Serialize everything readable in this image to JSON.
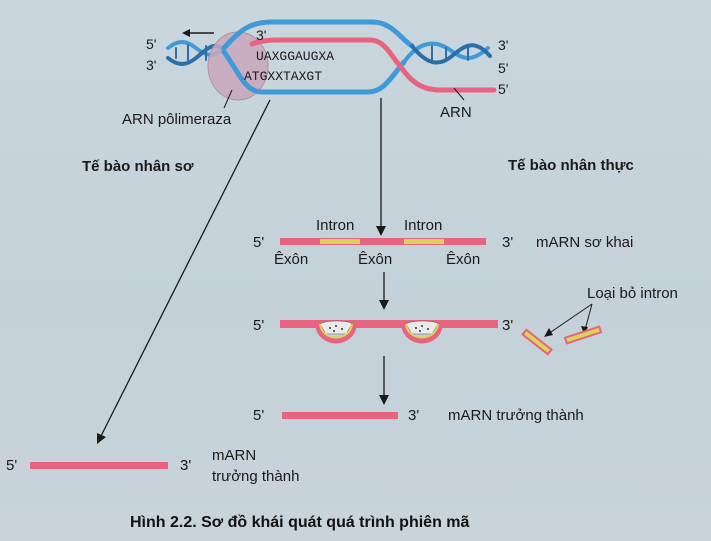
{
  "caption": "Hình 2.2. Sơ đồ khái quát quá trình phiên mã",
  "labels": {
    "enzyme": "ARN pôlimeraza",
    "rna": "ARN",
    "prokaryote": "Tế bào nhân sơ",
    "eukaryote": "Tế bào nhân thực",
    "intron": "Intron",
    "exon": "Êxôn",
    "pre_mrna": "mARN sơ khai",
    "remove_intron": "Loại bỏ intron",
    "mature_mrna": "mARN trưởng thành",
    "mature_mrna_line1": "mARN",
    "mature_mrna_line2": "trưởng thành",
    "five": "5'",
    "three": "3'"
  },
  "sequence": {
    "rna_strand": "UAXGGAUGXA",
    "template_strand": "ATGXXTAXGT"
  },
  "colors": {
    "dna": "#3f9ad8",
    "dna_dark": "#2c6fa8",
    "rna": "#e8637f",
    "intron": "#d9d65a",
    "enzyme": "#c9a7bd"
  }
}
